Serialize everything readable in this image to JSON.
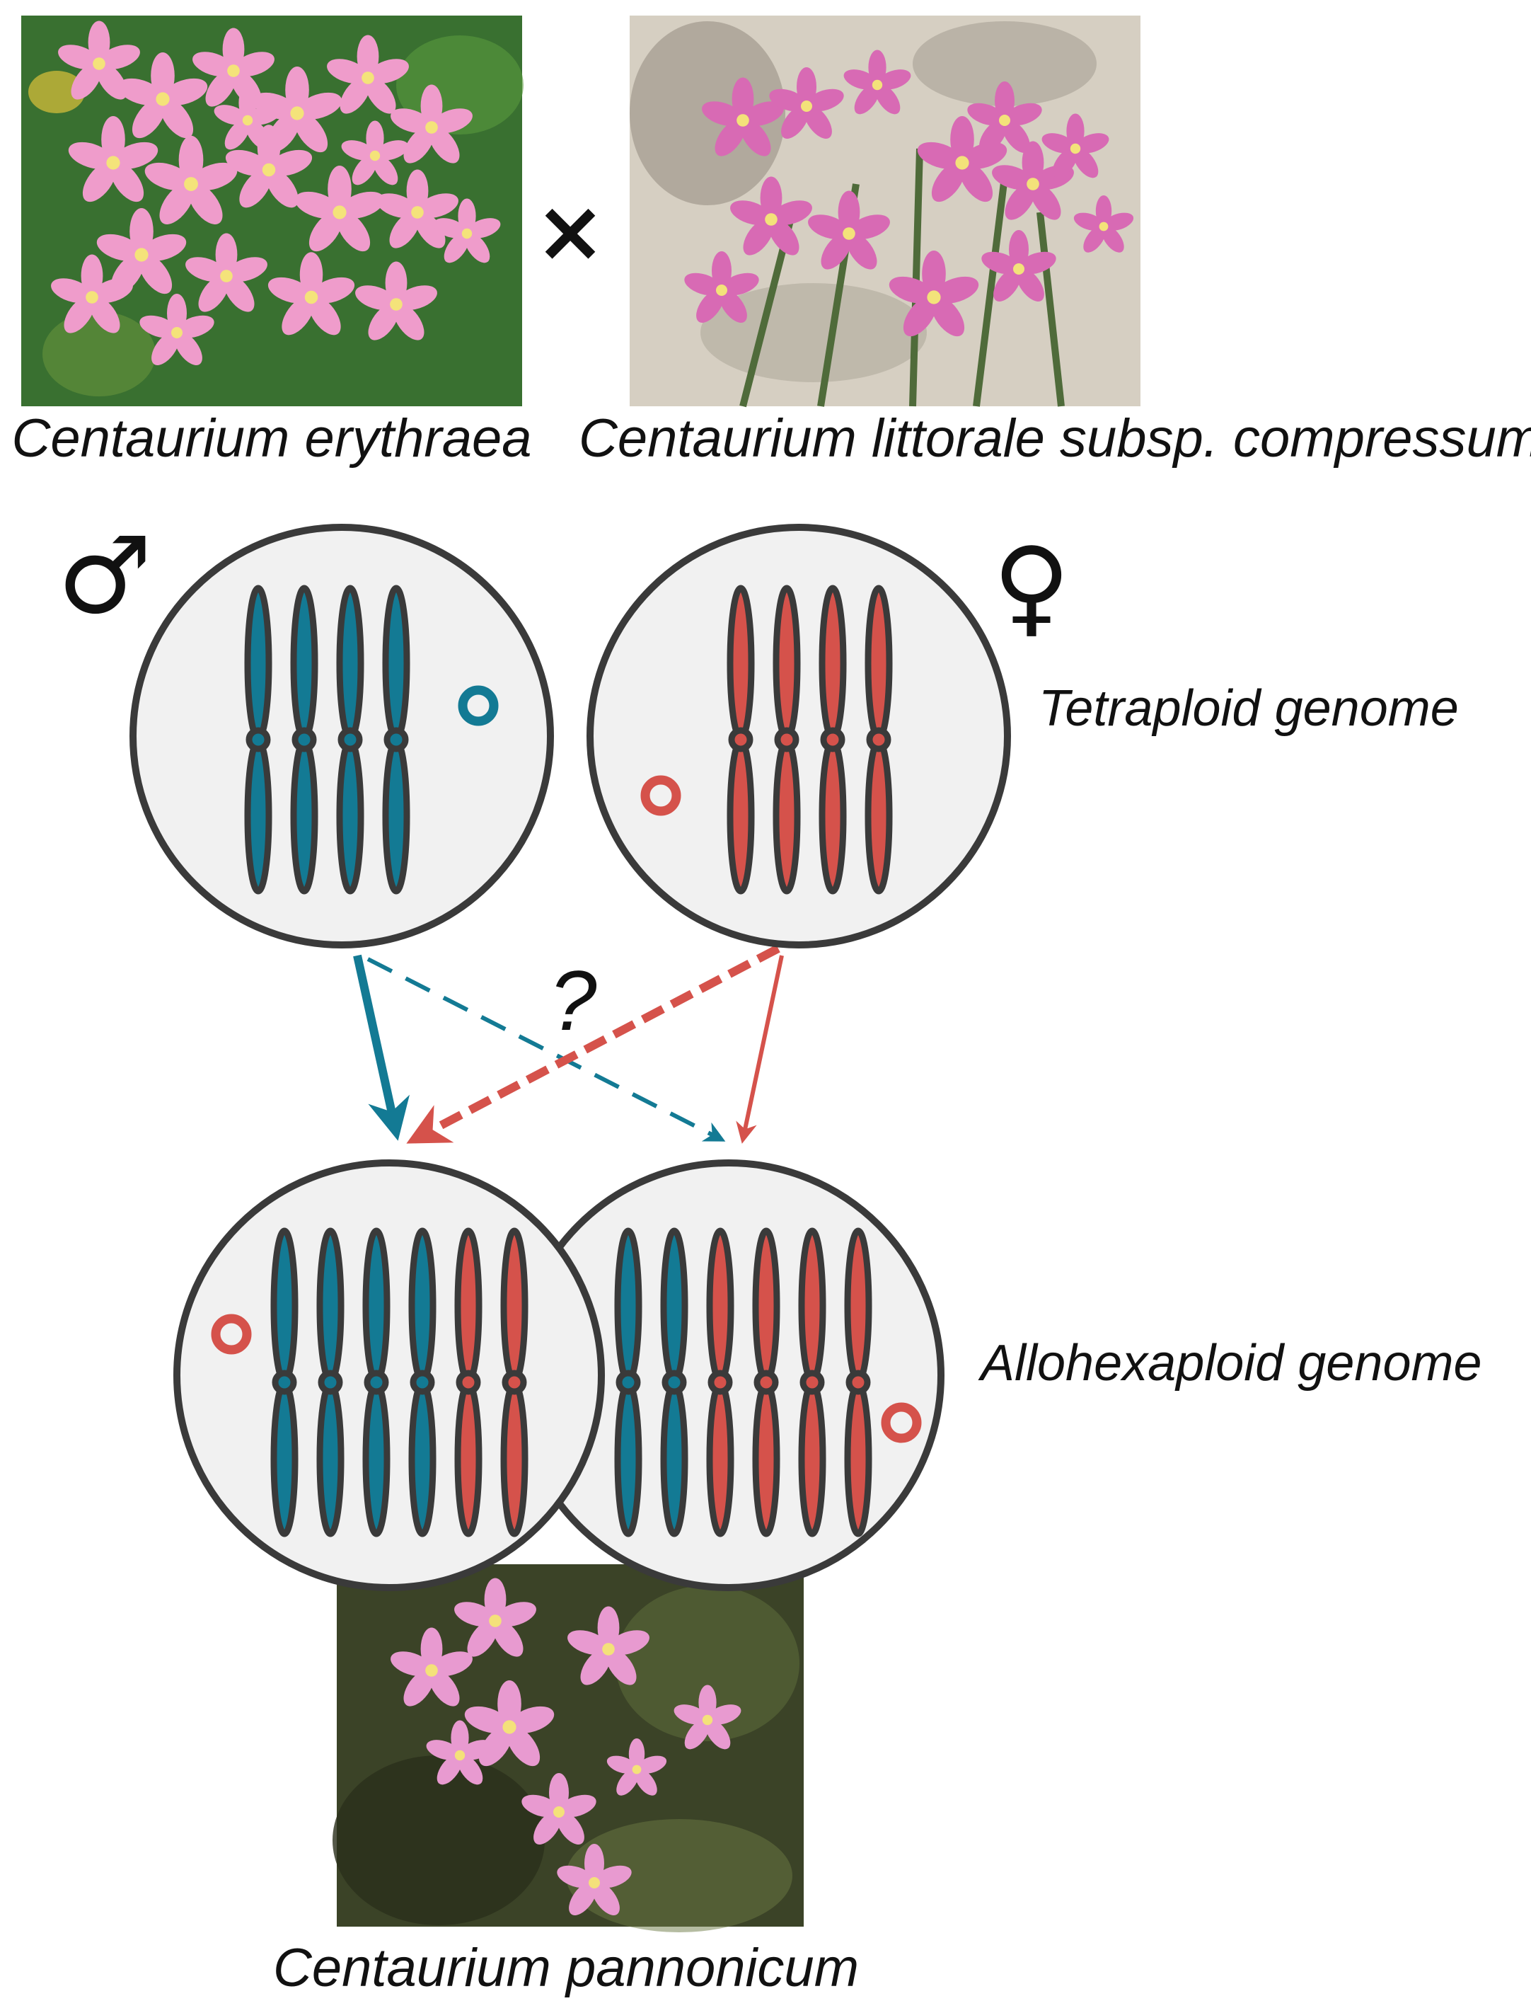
{
  "top_left_species": "Centaurium erythraea",
  "top_right_species": "Centaurium littorale subsp. compressum",
  "bottom_species": "Centaurium pannonicum",
  "cross_symbol": "×",
  "question_mark": "?",
  "male_symbol": "♂",
  "female_symbol": "♀",
  "tetraploid_label": "Tetraploid genome",
  "allohexaploid_label": "Allohexaploid genome",
  "icons": {
    "male": "male-symbol-icon",
    "female": "female-symbol-icon",
    "plastid": "plastid-ring-icon",
    "chromosome": "chromosome-icon"
  },
  "colors": {
    "blue_parent": "#137A94",
    "red_parent": "#D5524B",
    "cell_fill": "#F1F1F1",
    "outline": "#3A3A3A"
  }
}
